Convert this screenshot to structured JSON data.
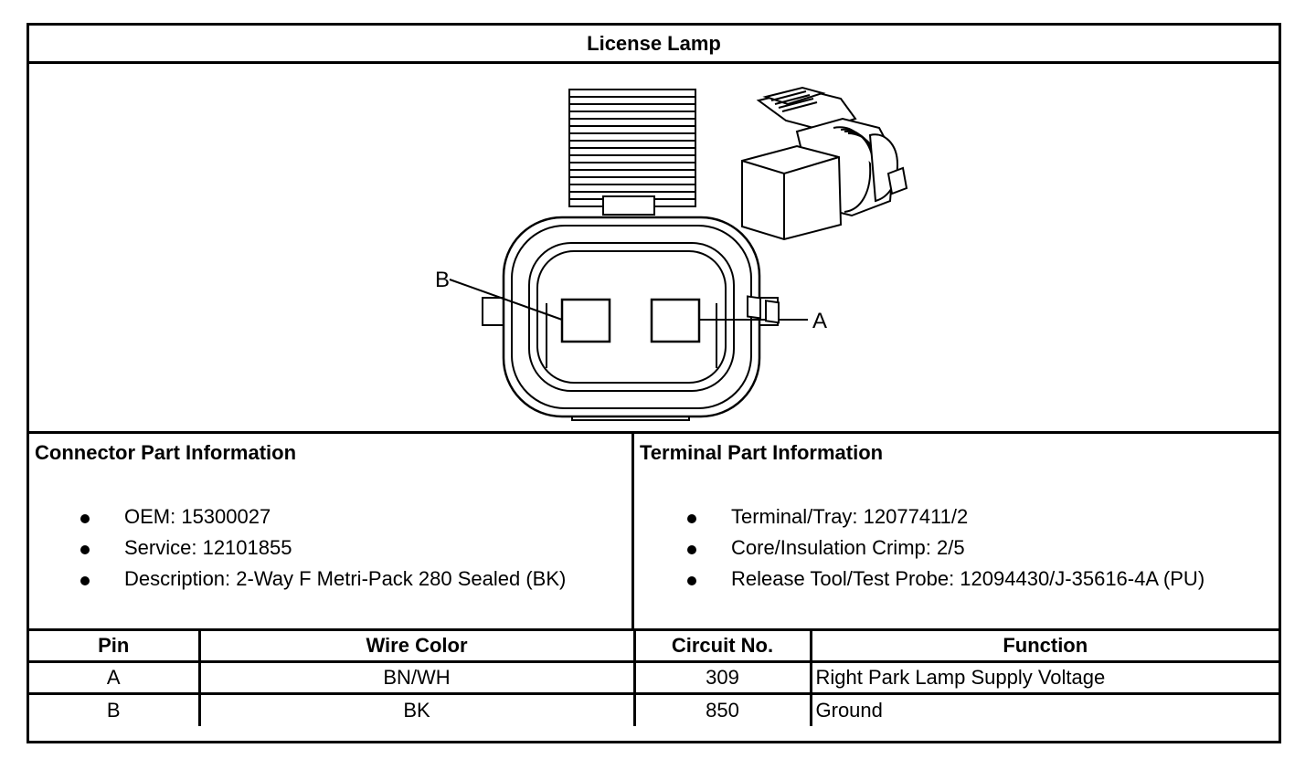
{
  "title": "License Lamp",
  "diagram": {
    "pin_label_b": "B",
    "pin_label_a": "A"
  },
  "connector_info": {
    "heading": "Connector Part Information",
    "items": [
      "OEM: 15300027",
      "Service: 12101855",
      "Description: 2-Way F Metri-Pack 280 Sealed (BK)"
    ]
  },
  "terminal_info": {
    "heading": "Terminal Part Information",
    "items": [
      "Terminal/Tray: 12077411/2",
      "Core/Insulation Crimp: 2/5",
      "Release Tool/Test Probe: 12094430/J-35616-4A (PU)"
    ]
  },
  "pin_table": {
    "headers": [
      "Pin",
      "Wire Color",
      "Circuit No.",
      "Function"
    ],
    "rows": [
      [
        "A",
        "BN/WH",
        "309",
        "Right Park Lamp Supply Voltage"
      ],
      [
        "B",
        "BK",
        "850",
        "Ground"
      ]
    ]
  }
}
